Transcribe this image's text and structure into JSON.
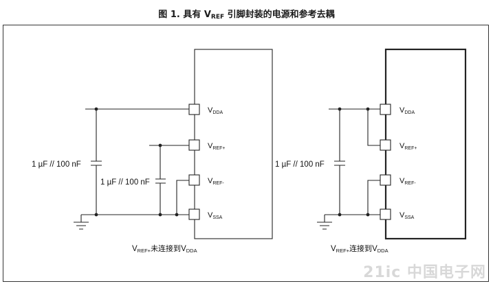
{
  "title": {
    "prefix": "图 1. 具有 V",
    "sub": "REF",
    "suffix": " 引脚封装的电源和参考去耦"
  },
  "left_circuit": {
    "pins": {
      "vdda_main": "V",
      "vdda_sub": "DDA",
      "vrefp_main": "V",
      "vrefp_sub": "REF+",
      "vrefm_main": "V",
      "vrefm_sub": "REF-",
      "vssa_main": "V",
      "vssa_sub": "SSA"
    },
    "cap1_label": "1 µF // 100 nF",
    "cap2_label": "1 µF // 100 nF",
    "caption": {
      "part1_main": "V",
      "part1_sub": "REF+",
      "middle": "未连接到",
      "part2_main": "V",
      "part2_sub": "DDA"
    }
  },
  "right_circuit": {
    "pins": {
      "vdda_main": "V",
      "vdda_sub": "DDA",
      "vrefp_main": "V",
      "vrefp_sub": "REF+",
      "vrefm_main": "V",
      "vrefm_sub": "REF-",
      "vssa_main": "V",
      "vssa_sub": "SSA"
    },
    "cap1_label": "1 µF // 100 nF",
    "caption": {
      "part1_main": "V",
      "part1_sub": "REF+",
      "middle": "连接到",
      "part2_main": "V",
      "part2_sub": "DDA"
    }
  },
  "watermark": "21ic 中国电子网"
}
